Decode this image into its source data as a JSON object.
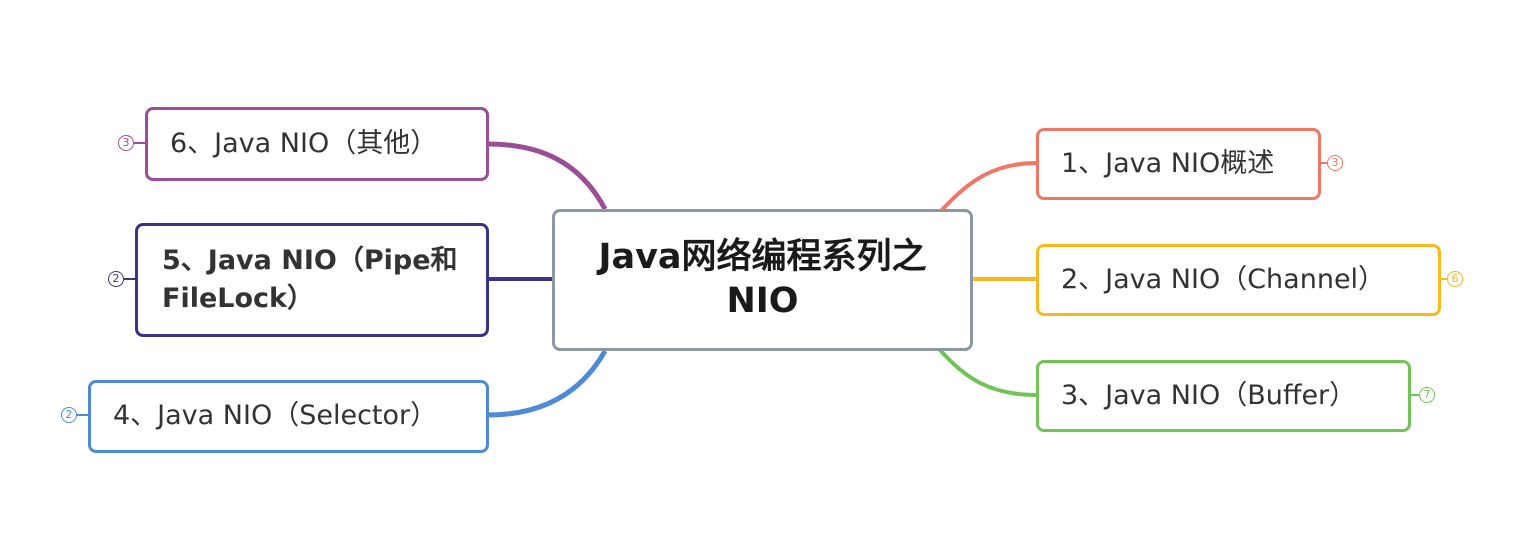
{
  "central_topic": {
    "label": "Java网络编程系列之NIO",
    "border_color": "#8c97a3"
  },
  "branches": [
    {
      "key": "b1",
      "label": "1、Java NIO概述",
      "color": "#f07763",
      "badge": "3"
    },
    {
      "key": "b2",
      "label": "2、Java NIO（Channel）",
      "color": "#f9b81c",
      "badge": "6"
    },
    {
      "key": "b3",
      "label": "3、Java NIO（Buffer）",
      "color": "#72c358",
      "badge": "7"
    },
    {
      "key": "b4",
      "label": "4、Java NIO（Selector）",
      "color": "#4f8ad6",
      "badge": "2"
    },
    {
      "key": "b5",
      "label": "5、Java NIO（Pipe和FileLock）",
      "color": "#3b3486",
      "badge": "2"
    },
    {
      "key": "b6",
      "label": "6、Java NIO（其他）",
      "color": "#9b4d96",
      "badge": "3"
    }
  ]
}
